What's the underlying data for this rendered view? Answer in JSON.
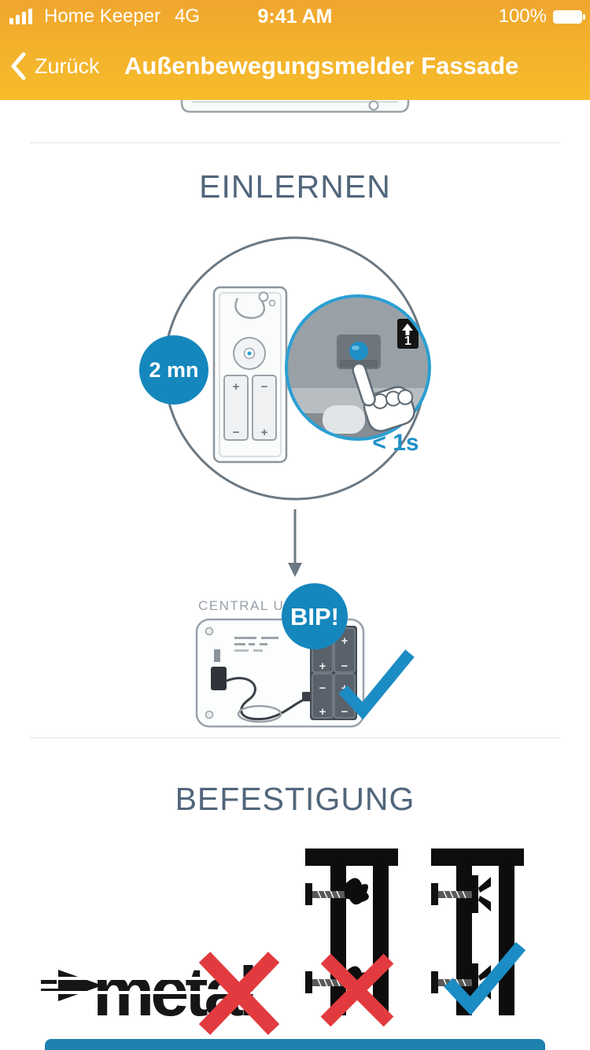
{
  "colors": {
    "nav_bg": "#F3B12C",
    "accent_blue": "#1587BD",
    "zoom_ring_blue": "#2B9FD3",
    "check_blue": "#1B8CC4",
    "cross_red": "#E23B3F",
    "heading_color": "#51667B",
    "illustration_gray": "#8A949C",
    "bottom_button_blue": "#1E81AF"
  },
  "status_bar": {
    "carrier": "Home Keeper",
    "network": "4G",
    "time": "9:41 AM",
    "battery_percent": "100%"
  },
  "nav": {
    "back_label": "Zurück",
    "title": "Außenbewegungsmelder Fassade"
  },
  "einlernen": {
    "heading": "EINLERNEN",
    "timer_badge": "2 mn",
    "press_duration": "< 1s",
    "channel_number": "1",
    "beep_badge": "BIP!",
    "central_unit_label": "CENTRAL UNIT"
  },
  "symbols": {
    "plus": "+",
    "minus": "−"
  },
  "befestigung": {
    "heading": "BEFESTIGUNG",
    "metal_label": "metal"
  }
}
